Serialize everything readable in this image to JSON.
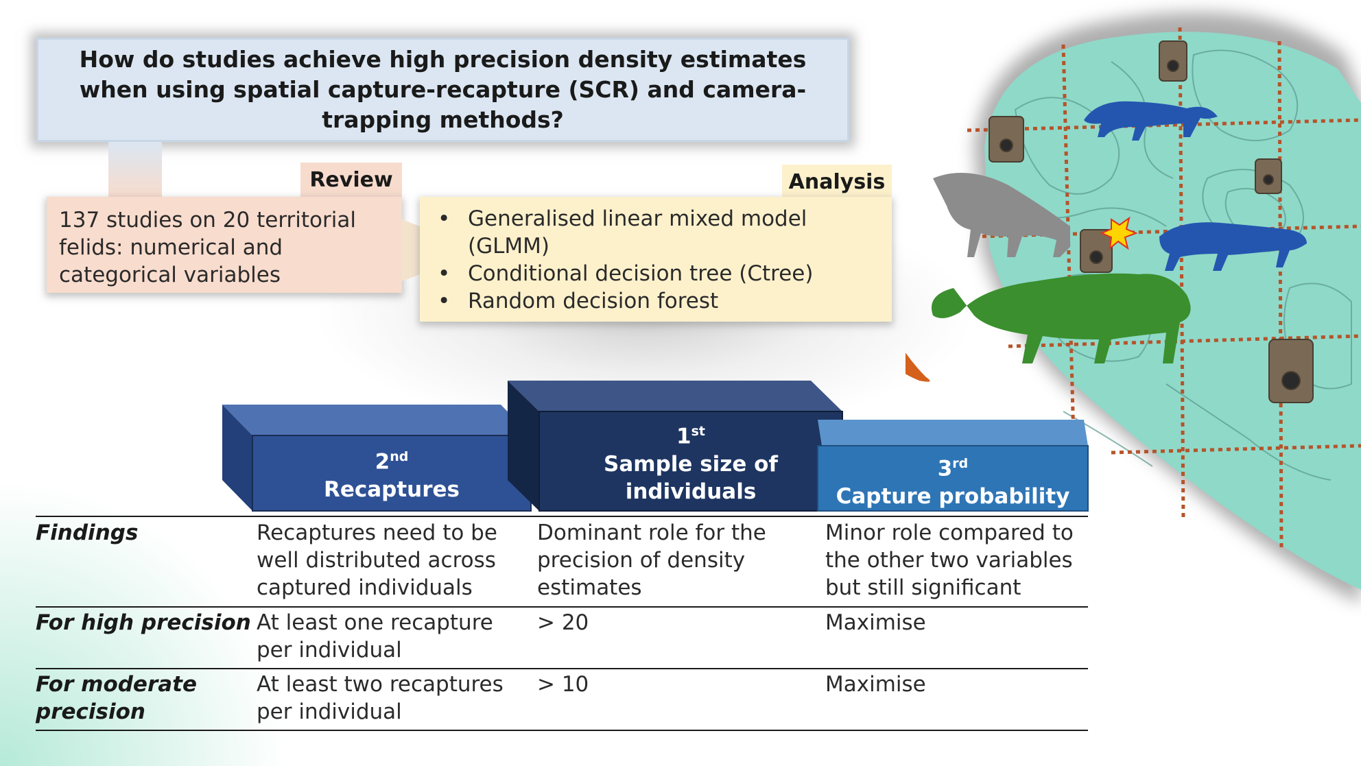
{
  "question": "How do studies achieve high precision density estimates when using spatial capture-recapture (SCR) and camera-trapping methods?",
  "review": {
    "tab": "Review",
    "text_lines": [
      "137 studies on 20 territorial",
      "felids: numerical and",
      "categorical variables"
    ]
  },
  "analysis": {
    "tab": "Analysis",
    "items": [
      "Generalised linear mixed model (GLMM)",
      "Conditional decision tree (Ctree)",
      "Random decision forest"
    ]
  },
  "podium": [
    {
      "rank_num": "2",
      "rank_suffix": "nd",
      "label": "Recaptures"
    },
    {
      "rank_num": "1",
      "rank_suffix": "st",
      "label_line1": "Sample size of",
      "label_line2": "individuals"
    },
    {
      "rank_num": "3",
      "rank_suffix": "rd",
      "label": "Capture probability"
    }
  ],
  "table": {
    "rows": [
      {
        "head": "Findings",
        "col1": "Recaptures need to be well distributed across captured individuals",
        "col2": "Dominant role for the precision of density estimates",
        "col3": "Minor role compared to the other two variables but still significant"
      },
      {
        "head": "For high precision",
        "col1": "At least one recapture per individual",
        "col2": "> 20",
        "col3": "Maximise"
      },
      {
        "head": "For moderate precision",
        "col1": "At least two recaptures per individual",
        "col2": "> 10",
        "col3": "Maximise"
      }
    ]
  },
  "colors": {
    "podium_2nd": "#2e5195",
    "podium_1st": "#1e3561",
    "podium_3rd": "#2e75b6",
    "map_fill": "#8fd9c9",
    "grid_dots": "#b5542a",
    "tiger_orange": "#d4601c",
    "cat_green": "#3b8f2e",
    "cat_blue": "#2456b0",
    "cat_grey": "#8c8c8c"
  }
}
